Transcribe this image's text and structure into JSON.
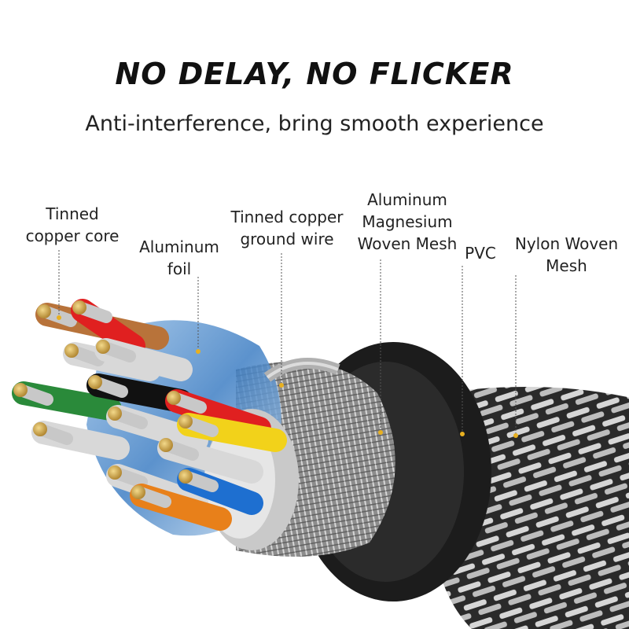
{
  "headline": "NO DELAY, NO FLICKER",
  "subheadline": "Anti-interference, bring smooth experience",
  "labels": {
    "tinned_copper_core": [
      "Tinned",
      "copper core"
    ],
    "aluminum_foil": [
      "Aluminum",
      "foil"
    ],
    "tinned_copper_ground_wire": [
      "Tinned copper",
      "ground wire"
    ],
    "aluminum_magnesium_mesh": [
      "Aluminum",
      "Magnesium",
      "Woven Mesh"
    ],
    "pvc": "PVC",
    "nylon_woven_mesh": [
      "Nylon Woven",
      "Mesh"
    ]
  },
  "colors": {
    "wire_colors": [
      "#b8733a",
      "#e02020",
      "#2a8a3a",
      "#f2d21a",
      "#1e6fd0",
      "#e8801a",
      "#111111",
      "#d8d8d8"
    ],
    "copper": "#c9a24a",
    "jacket": "#1c1c1c",
    "braid": "#9a9a9a"
  }
}
